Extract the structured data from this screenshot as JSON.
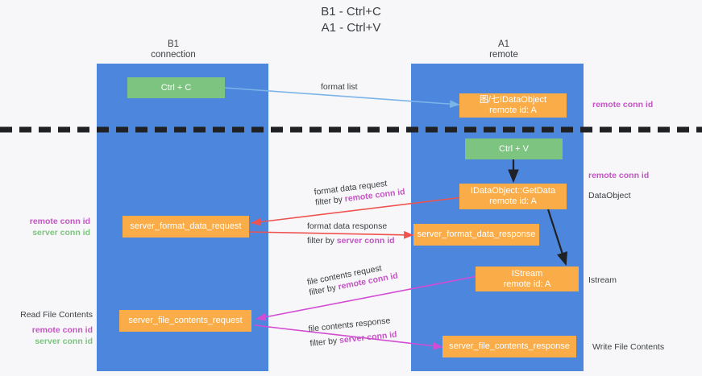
{
  "title": {
    "line1": "B1 - Ctrl+C",
    "line2": "A1 - Ctrl+V"
  },
  "columns": [
    {
      "name": "B1",
      "sub": "connection"
    },
    {
      "name": "A1",
      "sub": "remote"
    }
  ],
  "colors": {
    "lane": "#4d86dd",
    "node_orange": "#f9ac47",
    "node_green": "#7cc47f",
    "remote_conn": "#c455c4",
    "server_conn": "#7cc47f",
    "divider": "#202124",
    "arrow_blue": "#7bb4e8",
    "arrow_red": "#ef5350",
    "arrow_magenta": "#d44bd4",
    "arrow_black": "#202124",
    "background": "#f7f7f9"
  },
  "nodes": {
    "ctrl_c": {
      "label": "Ctrl + C"
    },
    "ctrl_v": {
      "label": "Ctrl + V"
    },
    "idataobject": {
      "line1": "图/七IDataObject",
      "line2": "remote id: A"
    },
    "idataobject_getdata": {
      "line1": "IDataObject::GetData",
      "line2": "remote id: A"
    },
    "istream": {
      "line1": "IStream",
      "line2": "remote id: A"
    },
    "server_format_data_request": {
      "label": "server_format_data_request"
    },
    "server_format_data_response": {
      "label": "server_format_data_response"
    },
    "server_file_contents_request": {
      "label": "server_file_contents_request"
    },
    "server_file_contents_response": {
      "label": "server_file_contents_response"
    }
  },
  "edges": {
    "format_list": {
      "label": "format list"
    },
    "format_data_request": {
      "label": "format data request",
      "filter_prefix": "filter by ",
      "filter_key": "remote conn id"
    },
    "format_data_response": {
      "label": "format data response",
      "filter_prefix": "filter by ",
      "filter_key": "server conn id"
    },
    "file_contents_request": {
      "label": "file contents request",
      "filter_prefix": "filter by ",
      "filter_key": "remote conn id"
    },
    "file_contents_response": {
      "label": "file contents response",
      "filter_prefix": "filter by ",
      "filter_key": "server conn id"
    }
  },
  "annotations": {
    "right_remote_conn_top": "remote conn id",
    "right_remote_conn_mid": "remote conn id",
    "right_dataobject": "DataObject",
    "right_istream": "Istream",
    "right_write_file_contents": "Write File Contents",
    "left_remote_conn_mid": "remote conn id",
    "left_server_conn_mid": "server conn id",
    "left_read_file_contents": "Read File Contents",
    "left_remote_conn_bottom": "remote conn id",
    "left_server_conn_bottom": "server conn id"
  }
}
